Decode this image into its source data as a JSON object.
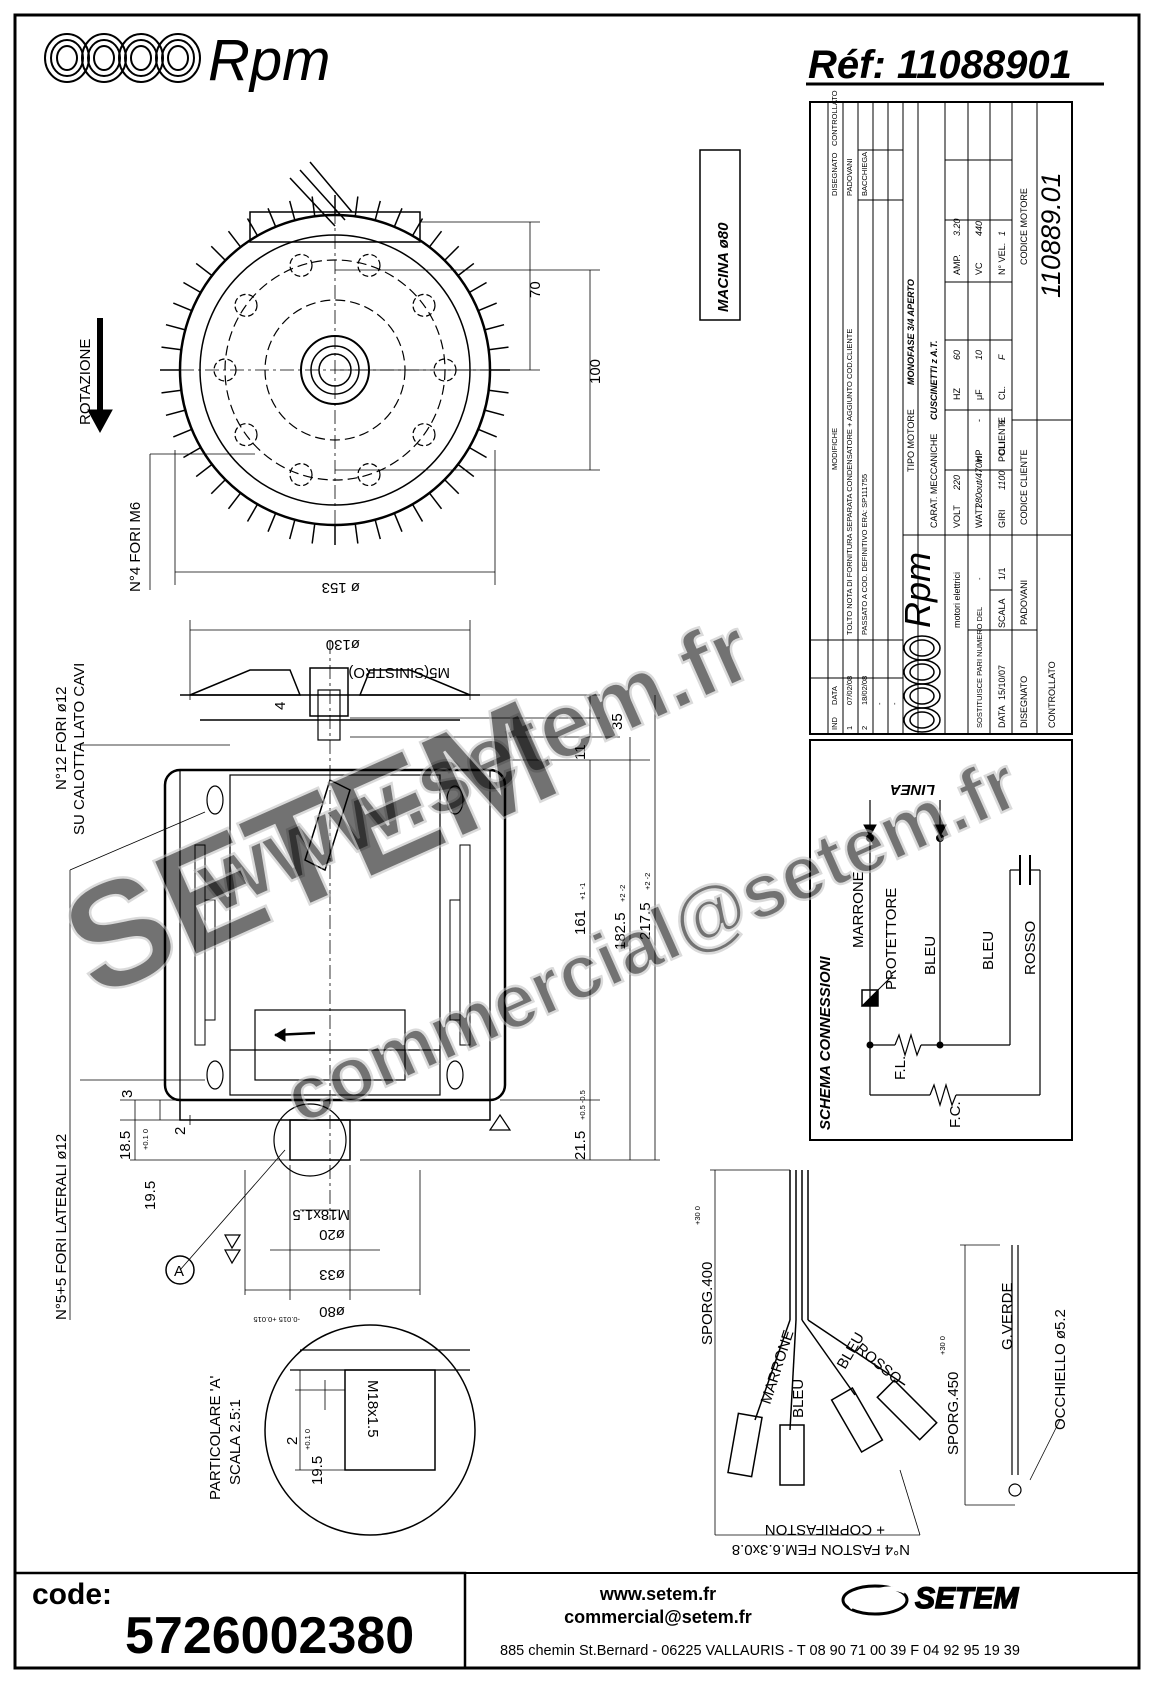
{
  "header": {
    "brand": "Rpm",
    "reference": "Réf:  11088901"
  },
  "front_view": {
    "rotation_label": "ROTAZIONE",
    "holes_label": "N°4 FORI M6",
    "dim_70": "70",
    "dim_100": "100",
    "dim_153": "ø 153",
    "macina_label": "MACINA ø80"
  },
  "side_view": {
    "dim_130": "ø130",
    "shaft_thread": "M5(SINISTRO)",
    "dim_4": "4",
    "dim_35": "35",
    "dim_11": "11",
    "dim_161": "161",
    "tol_161": "+1 -1",
    "dim_182_5": "182.5",
    "tol_182_5": "+2 -2",
    "dim_217_5": "217.5",
    "tol_217_5": "+2 -2",
    "dim_21_5": "21.5",
    "tol_21_5": "+0.5 -0.5",
    "dim_3": "3",
    "dim_18_5": "18.5",
    "tol_18_5": "+0.1 0",
    "dim_2": "2",
    "dim_19_5": "19.5",
    "cable_holes": "N°12 FORI ø12",
    "cable_holes_sub": "SU CALOTTA LATO CAVI",
    "side_holes": "N°5+5 FORI LATERALI ø12",
    "thread_m18": "M18x1.5",
    "dim_20": "ø20",
    "dim_33": "ø33",
    "dim_80": "ø80",
    "tol_80": "-0.015 +0.015",
    "detail_ref": "A"
  },
  "detail": {
    "title": "PARTICOLARE 'A'",
    "scale": "SCALA 2.5:1",
    "dim_2": "2",
    "tol_2": "+0.1 0",
    "dim_19_5": "19.5",
    "thread": "M18x1.5"
  },
  "title_block": {
    "codice_motore_label": "CODICE MOTORE",
    "codice_motore": "110889.01",
    "codice_cliente_label": "CODICE CLIENTE",
    "cliente_label": "CLIENTE",
    "tipo_motore_label": "TIPO MOTORE",
    "tipo_motore": "MONOFASE 3/4 APERTO",
    "carat_label": "CARAT. MECCANICHE",
    "carat_value": "CUSCINETTI z A.T.",
    "volt_label": "VOLT",
    "volt": "220",
    "hz_label": "HZ",
    "hz": "60",
    "amp_label": "AMP.",
    "amp": "3.20",
    "watt_label": "WATT",
    "watt": "280out/470in",
    "hp_label": "HP",
    "hp": "-",
    "uf_label": "μF",
    "uf": "10",
    "vc_label": "VC",
    "vc": "440",
    "giri_label": "GIRI",
    "giri": "1100",
    "poli_label": "POLI",
    "poli": "6",
    "cl_label": "CL.",
    "cl": "F",
    "nvel_label": "N° VEL.",
    "nvel": "1",
    "rev_1": "1",
    "rev_1_date": "07/02/08",
    "rev_1_text": "TOLTO NOTA DI FORNITURA SEPARATA CONDENSATORE + AGGIUNTO COD.CLIENTE",
    "rev_1_design": "PADOVANI",
    "rev_2": "2",
    "rev_2_date": "18/02/08",
    "rev_2_text": "PASSATO A COD. DEFINITIVO ERA: SP111755",
    "rev_2_design": "BACCHIEGA",
    "dash": "-",
    "ind_label": "IND",
    "data_label": "DATA",
    "modifiche_label": "MODIFICHE",
    "disegnato_label": "DISEGNATO",
    "controllato_label": "CONTROLLATO",
    "brand_small": "Rpm",
    "brand_sub": "motori elettrici",
    "sostituisce_label": "SOSTITUISCE PARI NUMERO DEL",
    "sostituisce": "-",
    "data_bottom_label": "DATA",
    "data_bottom": "15/10/07",
    "scala_label": "SCALA",
    "scala": "1/1",
    "disegnato_bottom_label": "DISEGNATO",
    "disegnato_bottom": "PADOVANI",
    "controllato_bottom_label": "CONTROLLATO"
  },
  "schematic": {
    "title": "SCHEMA CONNESSIONI",
    "linea": "LINEA",
    "marrone": "MARRONE",
    "protettore": "PROTETTORE",
    "bleu1": "BLEU",
    "bleu2": "BLEU",
    "rosso": "ROSSO",
    "fl": "F.L.",
    "fc": "F.C."
  },
  "cables": {
    "sporg_400": "SPORG.400",
    "tol_400": "+30 0",
    "sporg_450": "SPORG.450",
    "tol_450": "+30 0",
    "marrone": "MARRONE",
    "bleu1": "BLEU",
    "bleu2": "BLEU",
    "rosso": "ROSSO",
    "gverde": "G.VERDE",
    "occhiello": "OCCHIELLO ø5.2",
    "faston": "N°4 FASTON FEM.6.3x0.8",
    "copri": "+ COPRIFASTON"
  },
  "watermark": {
    "line1": "www.setem.fr",
    "line2": "SETEM",
    "line3": "commercial@setem.fr"
  },
  "footer": {
    "code_label": "code:",
    "code": "5726002380",
    "web": "www.setem.fr",
    "email": "commercial@setem.fr",
    "setem_brand": "SETEM",
    "address": "885 chemin St.Bernard  -  06225 VALLAURIS  -  T 08 90 71 00 39   F 04 92 95 19 39"
  }
}
